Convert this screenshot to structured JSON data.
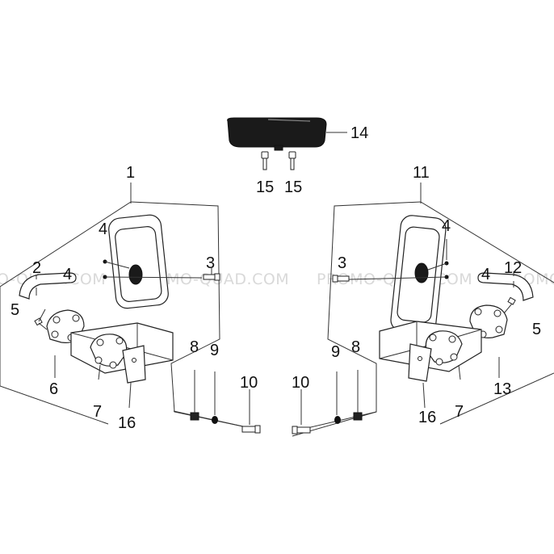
{
  "watermark": {
    "left": "O-QUAD.COM",
    "center_left": "PROMO-QUAD.COM",
    "center_right": "PROMO-QUAD.COM",
    "right": "PROMO"
  },
  "callouts": {
    "c1": "1",
    "c11": "11",
    "c14": "14",
    "c15a": "15",
    "c15b": "15",
    "c2": "2",
    "c12": "12",
    "c3l": "3",
    "c3r": "3",
    "c4l_top": "4",
    "c4l_mid": "4",
    "c4r_top": "4",
    "c4r_mid": "4",
    "c5l": "5",
    "c5r": "5",
    "c6": "6",
    "c13": "13",
    "c7l": "7",
    "c7r": "7",
    "c8l": "8",
    "c8r": "8",
    "c9l": "9",
    "c9r": "9",
    "c10l": "10",
    "c10r": "10",
    "c16l": "16",
    "c16r": "16"
  },
  "colors": {
    "line": "#333333",
    "part_fill": "#ffffff",
    "watermark": "#d9d9d9",
    "dark_part": "#1a1a1a"
  }
}
